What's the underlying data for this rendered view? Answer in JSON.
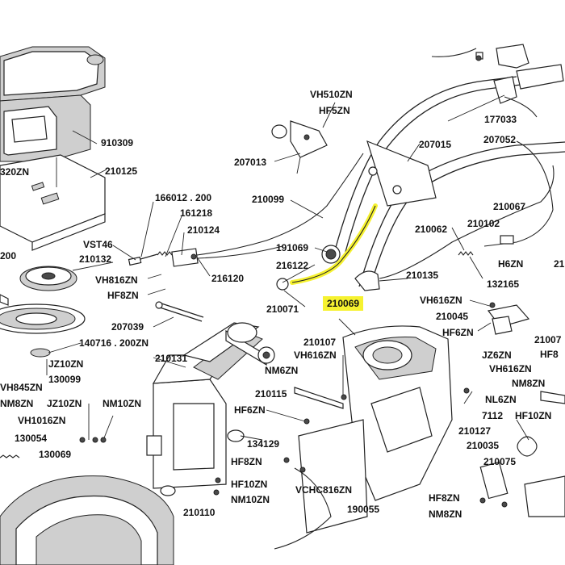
{
  "highlight_color": "#f6f230",
  "highlighted_part": "210069",
  "labels": {
    "l910309": "910309",
    "l320ZN": "320ZN",
    "l210125": "210125",
    "l166012": "166012 . 200",
    "l161218": "161218",
    "l210124": "210124",
    "l200": "200",
    "lVST46": "VST46",
    "l210132": "210132",
    "lVH816ZN": "VH816ZN",
    "lHF8ZN_a": "HF8ZN",
    "l216120": "216120",
    "l207039": "207039",
    "l140716": "140716 . 200ZN",
    "l210131": "210131",
    "lJZ10ZN_a": "JZ10ZN",
    "l130099": "130099",
    "lVH845ZN": "VH845ZN",
    "lNM8ZN_a": "NM8ZN",
    "lJZ10ZN_b": "JZ10ZN",
    "lNM10ZN_a": "NM10ZN",
    "lVH1016ZN": "VH1016ZN",
    "l130054": "130054",
    "l130069": "130069",
    "lVH510ZN": "VH510ZN",
    "lHF5ZN": "HF5ZN",
    "l207013": "207013",
    "l210099": "210099",
    "l191069": "191069",
    "l216122": "216122",
    "l210071": "210071",
    "l210069": "210069",
    "l210107": "210107",
    "lVH616ZN_a": "VH616ZN",
    "lNM6ZN": "NM6ZN",
    "l210115": "210115",
    "lHF6ZN_a": "HF6ZN",
    "l134129": "134129",
    "lHF8ZN_b": "HF8ZN",
    "lHF10ZN_a": "HF10ZN",
    "lNM10ZN_b": "NM10ZN",
    "lVCHC816ZN": "VCHC816ZN",
    "l210110": "210110",
    "l190055": "190055",
    "l177033": "177033",
    "l207052": "207052",
    "l207015": "207015",
    "l210067": "210067",
    "l210102": "210102",
    "l210062": "210062",
    "lH6ZN": "H6ZN",
    "l210135": "210135",
    "l132165": "132165",
    "lVH616ZN_b": "VH616ZN",
    "l210045": "210045",
    "lHF6ZN_b": "HF6ZN",
    "l21007x": "21007",
    "lHF8x": "HF8",
    "lJZ6ZN": "JZ6ZN",
    "lVH616ZN_c": "VH616ZN",
    "lNM8ZN_b": "NM8ZN",
    "lNL6ZN": "NL6ZN",
    "l7112": "7112",
    "lHF10ZN_b": "HF10ZN",
    "l210127": "210127",
    "l210035": "210035",
    "l210075": "210075",
    "lHF8ZN_c": "HF8ZN",
    "lNM8ZN_c": "NM8ZN",
    "l21x": "21"
  }
}
